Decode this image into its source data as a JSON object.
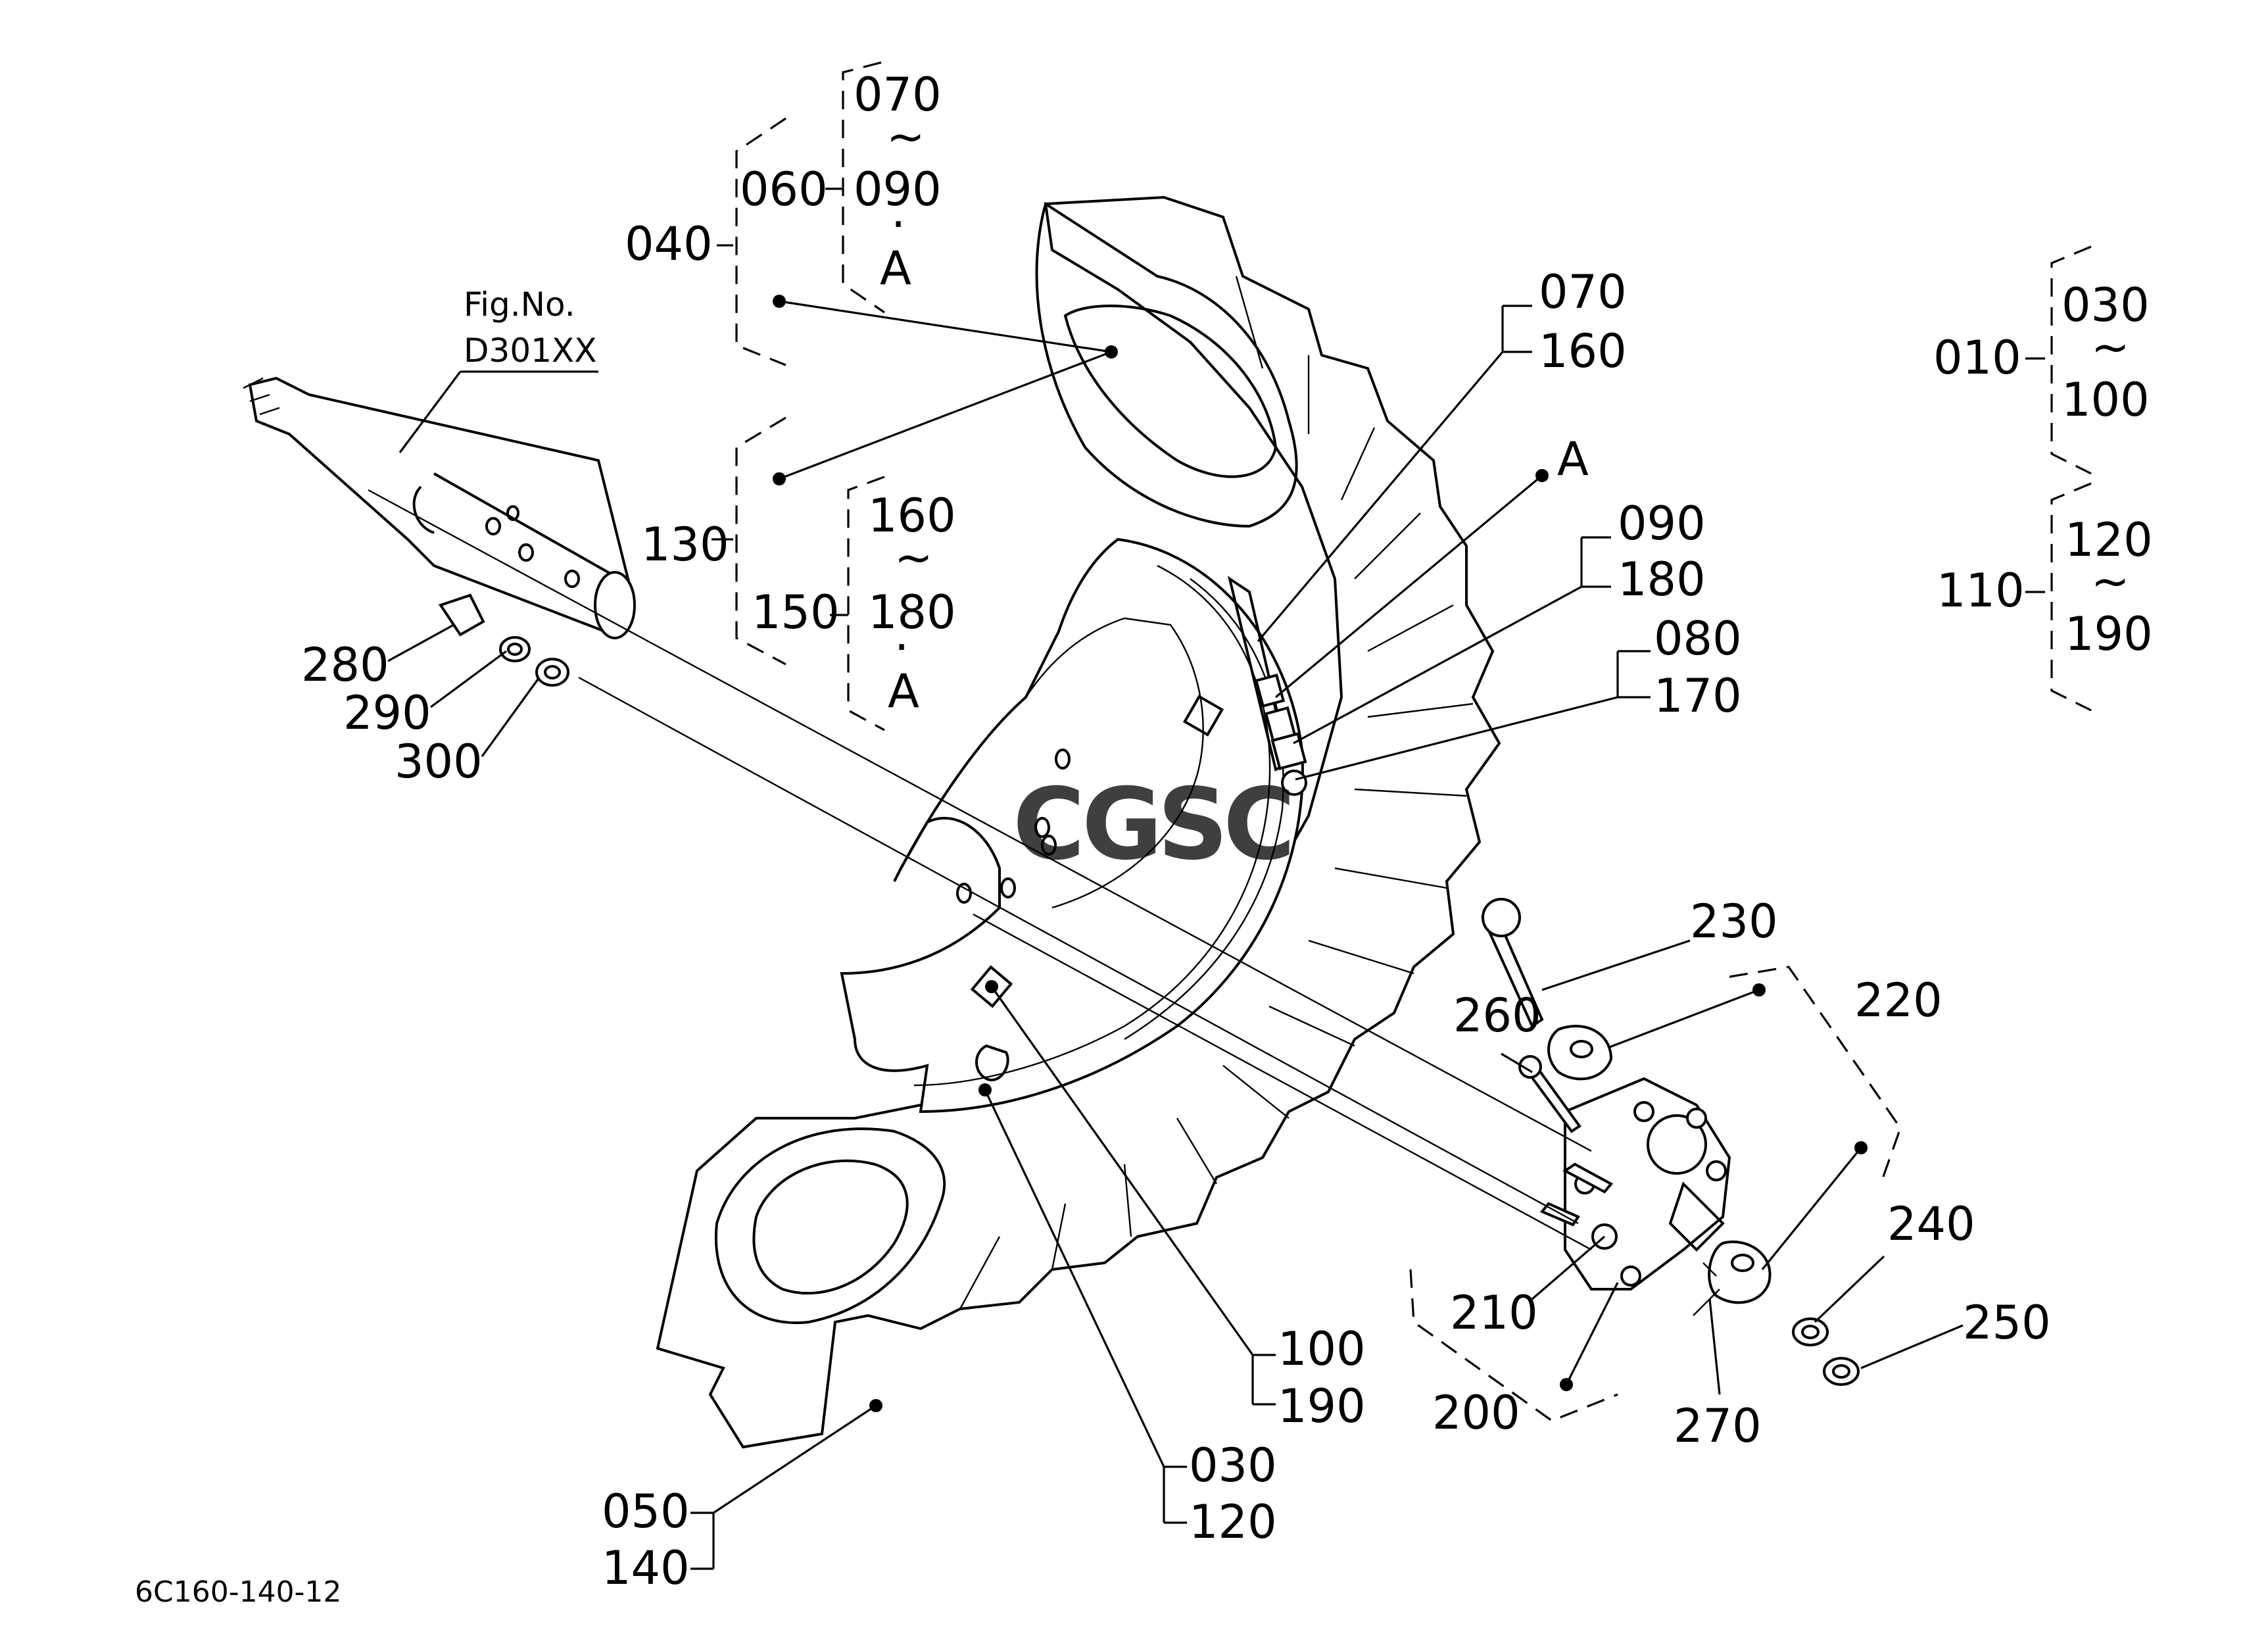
{
  "labels": {
    "p040": "040",
    "p060": "060",
    "p070a": "070",
    "p090a": "090",
    "tildeA": "~",
    "dotA": "·",
    "A1": "A",
    "p130": "130",
    "p150": "150",
    "p160a": "160",
    "p180a": "180",
    "tildeB": "~",
    "dotB": "·",
    "A2": "A",
    "fig_no": "Fig.No.",
    "fig_ref": "D301XX",
    "p070b": "070",
    "p160b": "160",
    "A3": "A",
    "p090b": "090",
    "p180b": "180",
    "p080": "080",
    "p170": "170",
    "p010": "010",
    "p030a": "030",
    "tildeC": "~",
    "p100a": "100",
    "p110": "110",
    "p120a": "120",
    "tildeD": "~",
    "p190a": "190",
    "p280": "280",
    "p290": "290",
    "p300": "300",
    "p230": "230",
    "p220": "220",
    "p260": "260",
    "p240": "240",
    "p250": "250",
    "p210": "210",
    "p200": "200",
    "p270": "270",
    "p100b": "100",
    "p190b": "190",
    "p030b": "030",
    "p120b": "120",
    "p050": "050",
    "p140": "140",
    "drawing_code": "6C160-140-12",
    "watermark": "CGSC"
  },
  "watermark_colors": [
    "#6b8fe8",
    "#ee8078",
    "#f2c55a",
    "#6fbf8c"
  ]
}
